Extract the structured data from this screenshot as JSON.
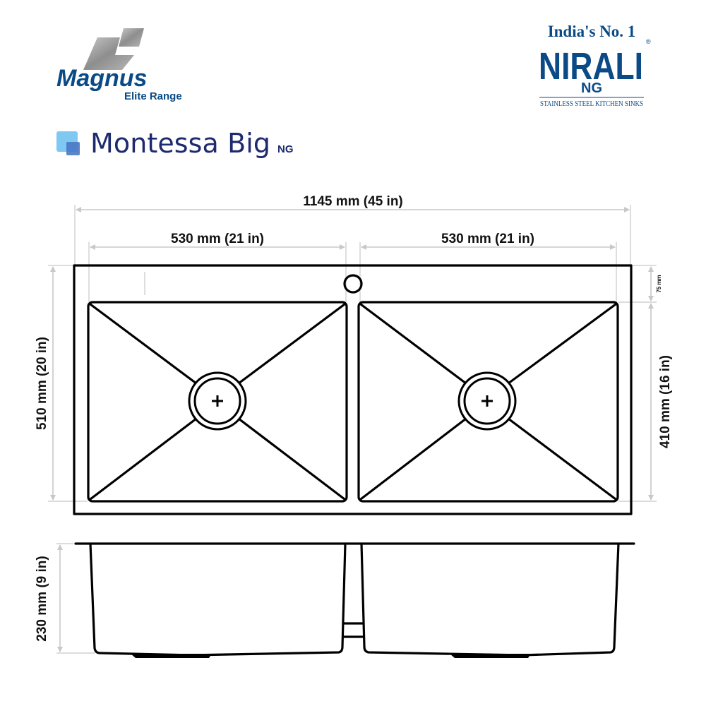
{
  "brand": {
    "logo_name": "Magnus",
    "logo_subtitle": "Elite Range",
    "product_name": "Montessa Big",
    "product_suffix": "NG",
    "maker_tagline": "India's No. 1",
    "maker_name": "NIRALI",
    "maker_suffix": "NG",
    "maker_registered": "®",
    "maker_descriptor": "STAINLESS STEEL KITCHEN SINKS",
    "brand_color": "#0a4a86",
    "product_color": "#1e2a6e"
  },
  "dimensions": {
    "overall_width": "1145 mm (45 in)",
    "left_bowl_width": "530 mm (21 in)",
    "right_bowl_width": "530 mm (21 in)",
    "overall_depth": "510 mm (20 in)",
    "bowl_depth": "410 mm (16 in)",
    "rear_deck": "75 mm",
    "bowl_height": "230 mm (9 in)"
  }
}
